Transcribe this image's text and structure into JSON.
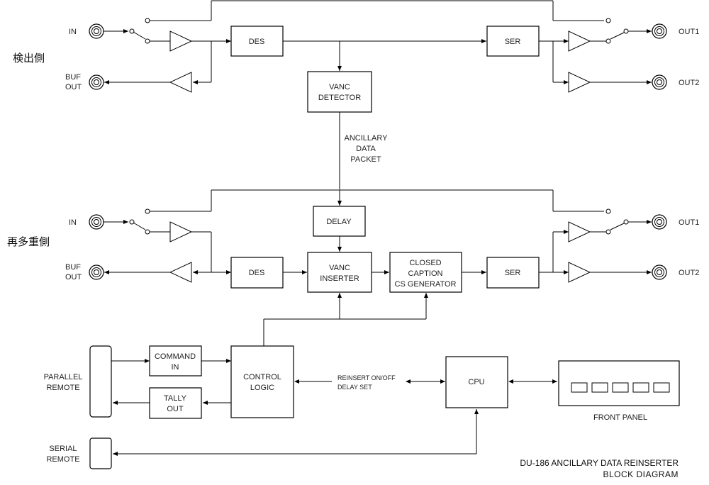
{
  "sides": {
    "detect": "検出側",
    "reinsert": "再多重側"
  },
  "top": {
    "in": "IN",
    "buf1": "BUF",
    "buf2": "OUT",
    "des": "DES",
    "ser": "SER",
    "vanc1": "VANC",
    "vanc2": "DETECTOR",
    "out1": "OUT1",
    "out2": "OUT2"
  },
  "packet": {
    "l1": "ANCILLARY",
    "l2": "DATA",
    "l3": "PACKET"
  },
  "bottom": {
    "in": "IN",
    "buf1": "BUF",
    "buf2": "OUT",
    "des": "DES",
    "ser": "SER",
    "delay": "DELAY",
    "vanc1": "VANC",
    "vanc2": "INSERTER",
    "cc1": "CLOSED",
    "cc2": "CAPTION",
    "cc3": "CS GENERATOR",
    "out1": "OUT1",
    "out2": "OUT2"
  },
  "control": {
    "cmd1": "COMMAND",
    "cmd2": "IN",
    "tally1": "TALLY",
    "tally2": "OUT",
    "ctl1": "CONTROL",
    "ctl2": "LOGIC",
    "par1": "PARALLEL",
    "par2": "REMOTE",
    "ser1": "SERIAL",
    "ser2": "REMOTE",
    "rein1": "REINSERT ON/OFF",
    "rein2": "DELAY SET",
    "cpu": "CPU",
    "fp": "FRONT PANEL"
  },
  "title": {
    "l1": "DU-186 ANCILLARY DATA REINSERTER",
    "l2": "BLOCK  DIAGRAM"
  }
}
